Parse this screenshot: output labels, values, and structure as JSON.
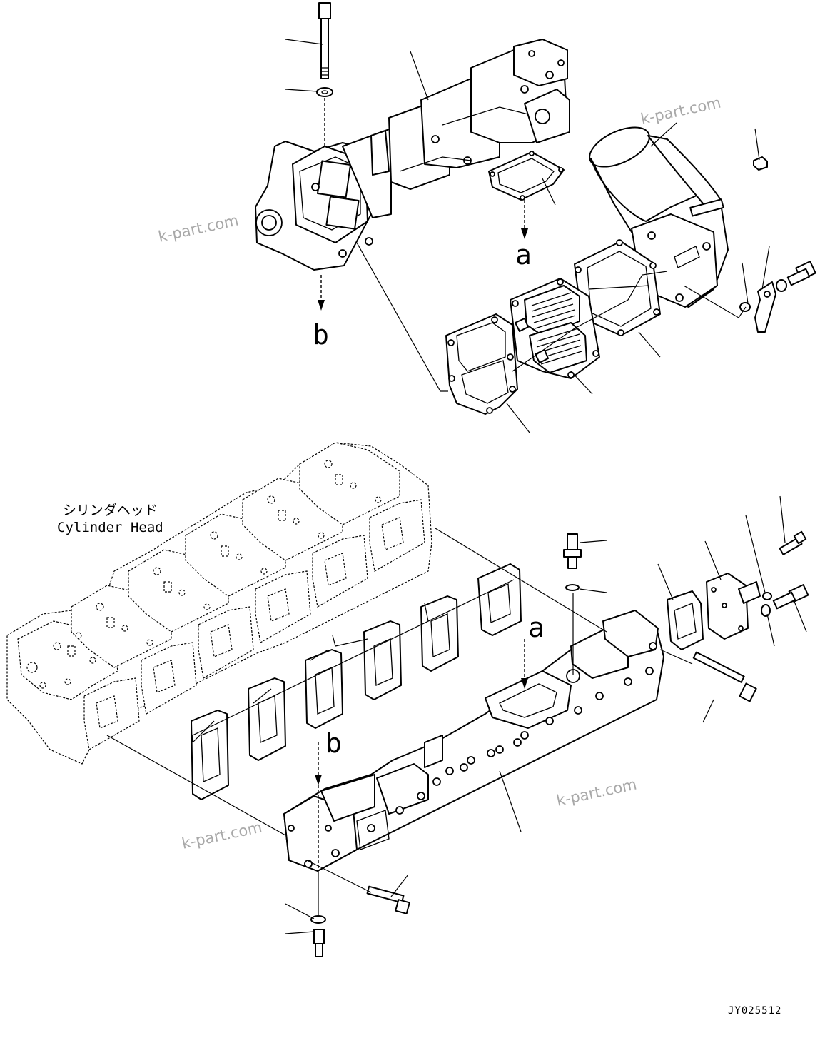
{
  "diagram": {
    "cylinder_head_label_jp": "シリンダヘッド",
    "cylinder_head_label_en": "Cylinder Head",
    "callout_a_top": "a",
    "callout_b_top": "b",
    "callout_a_bottom": "a",
    "callout_b_bottom": "b",
    "watermarks": [
      "k-part.com",
      "k-part.com",
      "k-part.com",
      "k-part.com"
    ],
    "drawing_code": "JY025512"
  }
}
